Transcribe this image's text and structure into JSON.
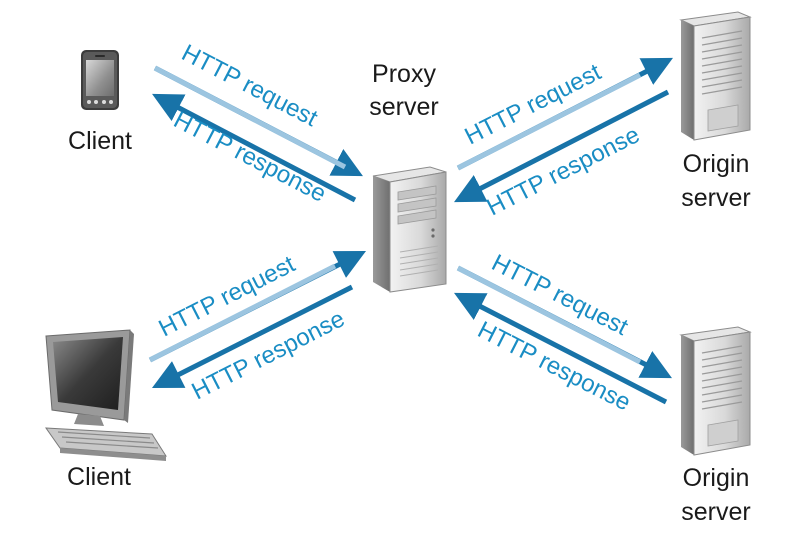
{
  "labels": {
    "client_top": "Client",
    "client_bottom": "Client",
    "proxy_line1": "Proxy",
    "proxy_line2": "server",
    "origin_top_line1": "Origin",
    "origin_top_line2": "server",
    "origin_bottom_line1": "Origin",
    "origin_bottom_line2": "server"
  },
  "arrows": {
    "top_left_request": "HTTP request",
    "top_left_response": "HTTP response",
    "top_right_request": "HTTP request",
    "top_right_response": "HTTP response",
    "bottom_left_request": "HTTP request",
    "bottom_left_response": "HTTP response",
    "bottom_right_request": "HTTP request",
    "bottom_right_response": "HTTP response"
  },
  "colors": {
    "request_arrow": "#1873a8",
    "response_arrow": "#9cc5e0",
    "label_text": "#1a8dc4",
    "node_text": "#1a1a1a"
  }
}
